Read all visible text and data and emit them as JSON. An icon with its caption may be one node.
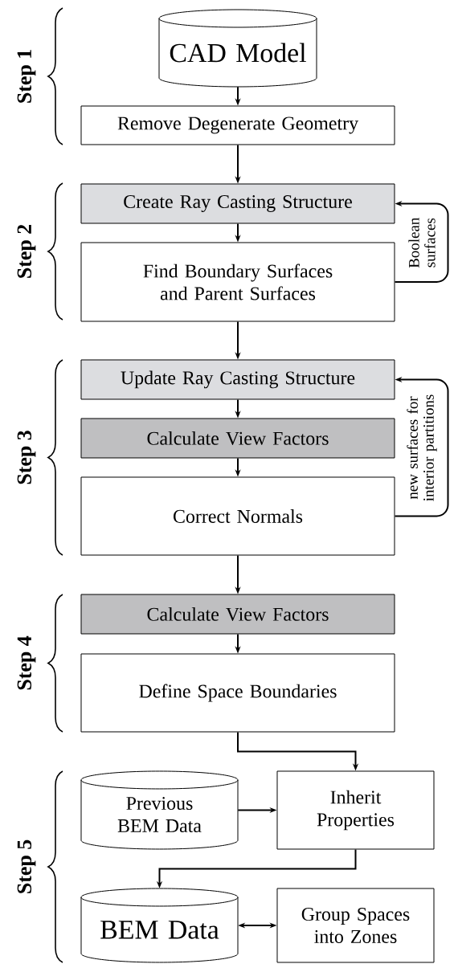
{
  "diagram": {
    "nodes": [
      {
        "text": [
          "CAD Model"
        ]
      },
      {
        "text": [
          "Remove Degenerate Geometry"
        ]
      },
      {
        "text": [
          "Create Ray Casting Structure"
        ]
      },
      {
        "text": [
          "Find Boundary Surfaces and Parent Surfaces"
        ]
      },
      {
        "text": [
          "Update Ray Casting Structure"
        ]
      },
      {
        "text": [
          "Calculate View Factors"
        ]
      },
      {
        "text": [
          "Correct Normals"
        ]
      },
      {
        "text": [
          "Calculate View Factors"
        ]
      },
      {
        "text": [
          "Define Space Boundaries"
        ]
      },
      {
        "text": [
          "Previous BEM Data"
        ]
      },
      {
        "text": [
          "Inherit Properties"
        ]
      },
      {
        "text": [
          "BEM Data"
        ]
      },
      {
        "text": [
          "Group Spaces into Zones"
        ]
      }
    ],
    "edges": [
      {
        "from": 0,
        "to": 1,
        "arrow": "to"
      },
      {
        "from": 1,
        "to": 2,
        "arrow": "to"
      },
      {
        "from": 2,
        "to": 3,
        "arrow": "to"
      },
      {
        "from": 3,
        "to": 2,
        "arrow": "to",
        "label": "Boolean surfaces"
      },
      {
        "from": 3,
        "to": 4,
        "arrow": "to"
      },
      {
        "from": 4,
        "to": 5,
        "arrow": "to"
      },
      {
        "from": 5,
        "to": 6,
        "arrow": "to"
      },
      {
        "from": 6,
        "to": 4,
        "arrow": "to",
        "label": "new surfaces for interior partitions"
      },
      {
        "from": 6,
        "to": 7,
        "arrow": "to"
      },
      {
        "from": 7,
        "to": 8,
        "arrow": "to"
      },
      {
        "from": 8,
        "to": 10,
        "arrow": "to"
      },
      {
        "from": 9,
        "to": 10,
        "arrow": "to"
      },
      {
        "from": 10,
        "to": 11,
        "arrow": "to"
      },
      {
        "from": 11,
        "to": 12,
        "arrow": "both"
      }
    ],
    "labels": [
      "Step 1",
      "Step 2",
      "Step 3",
      "Step 4",
      "Step 5"
    ]
  }
}
